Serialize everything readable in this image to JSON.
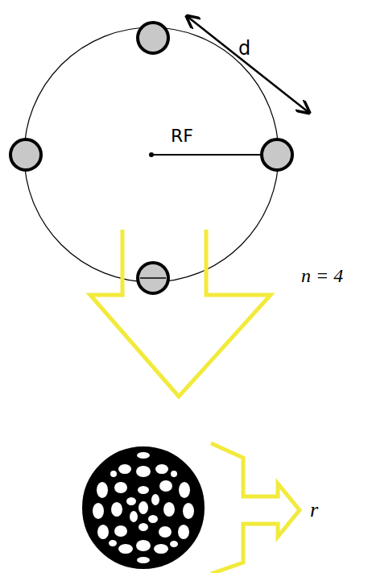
{
  "diagram": {
    "labels": [
      "d",
      "RF",
      "n = 4",
      "r"
    ]
  }
}
